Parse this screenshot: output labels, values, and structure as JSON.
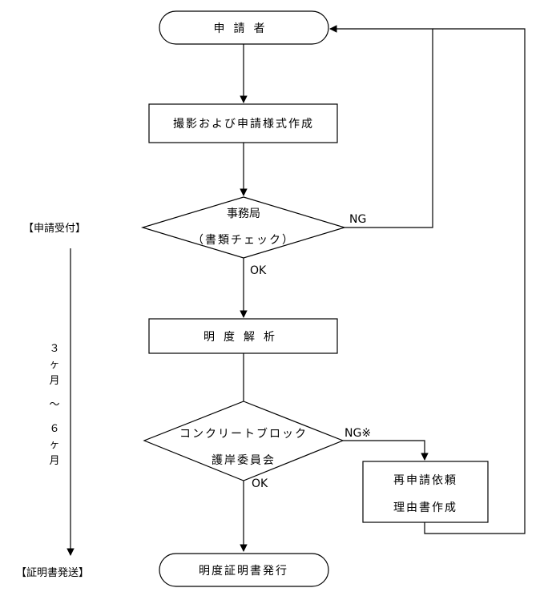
{
  "nodes": {
    "applicant": "申請者",
    "photo": "撮影および申請様式作成",
    "office_line1": "事務局",
    "office_line2": "（書類チェック）",
    "analysis": "明度解析",
    "committee_line1": "コンクリートブロック",
    "committee_line2": "護岸委員会",
    "reapply_line1": "再申請依頼",
    "reapply_line2": "理由書作成",
    "certificate": "明度証明書発行"
  },
  "edges": {
    "office_ng": "NG",
    "office_ok": "OK",
    "committee_ng": "NG※",
    "committee_ok": "OK"
  },
  "timeline": {
    "start": "【申請受付】",
    "end": "【証明書発送】",
    "duration": [
      "３",
      "ヶ",
      "月",
      "～",
      "６",
      "ヶ",
      "月"
    ]
  }
}
